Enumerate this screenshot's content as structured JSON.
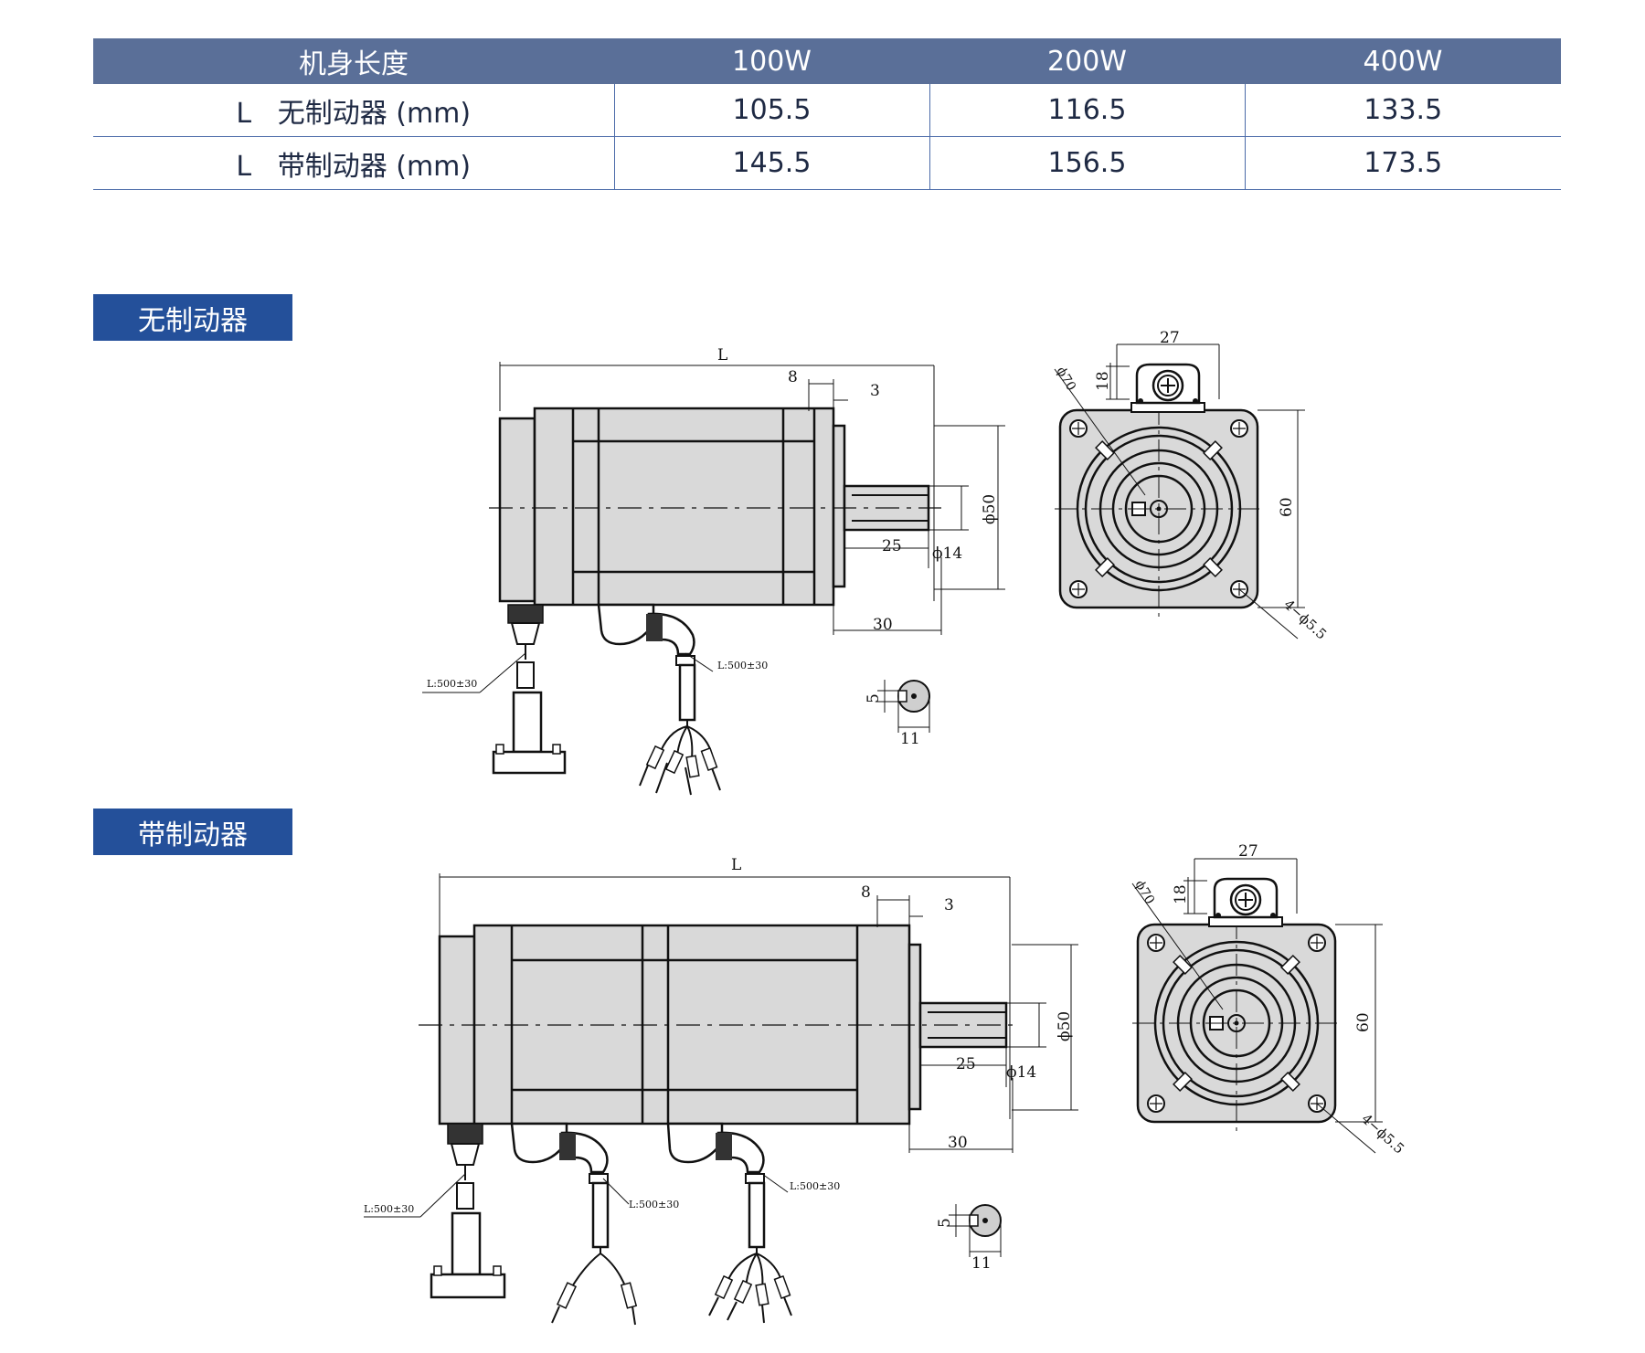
{
  "table": {
    "header": [
      "机身长度",
      "100W",
      "200W",
      "400W"
    ],
    "rows": [
      {
        "label": "L   无制动器 (mm)",
        "values": [
          "105.5",
          "116.5",
          "133.5"
        ]
      },
      {
        "label": "L   带制动器 (mm)",
        "values": [
          "145.5",
          "156.5",
          "173.5"
        ]
      }
    ]
  },
  "sections": {
    "no_brake": "无制动器",
    "with_brake": "带制动器"
  },
  "dimensions": {
    "length": "L",
    "d8": "8",
    "d3": "3",
    "d25": "25",
    "d30": "30",
    "phi50": "ϕ50",
    "phi14": "ϕ14",
    "d27": "27",
    "d18": "18",
    "d60": "60",
    "phi70": "ϕ70",
    "holes": "4−ϕ5.5",
    "key5": "5",
    "key11": "11",
    "cable": "L:500±30"
  },
  "colors": {
    "header_bg": "#5a6f98",
    "tag_bg": "#24509a",
    "rule": "#4a6aa8",
    "body_fill": "#d9d9d9"
  }
}
